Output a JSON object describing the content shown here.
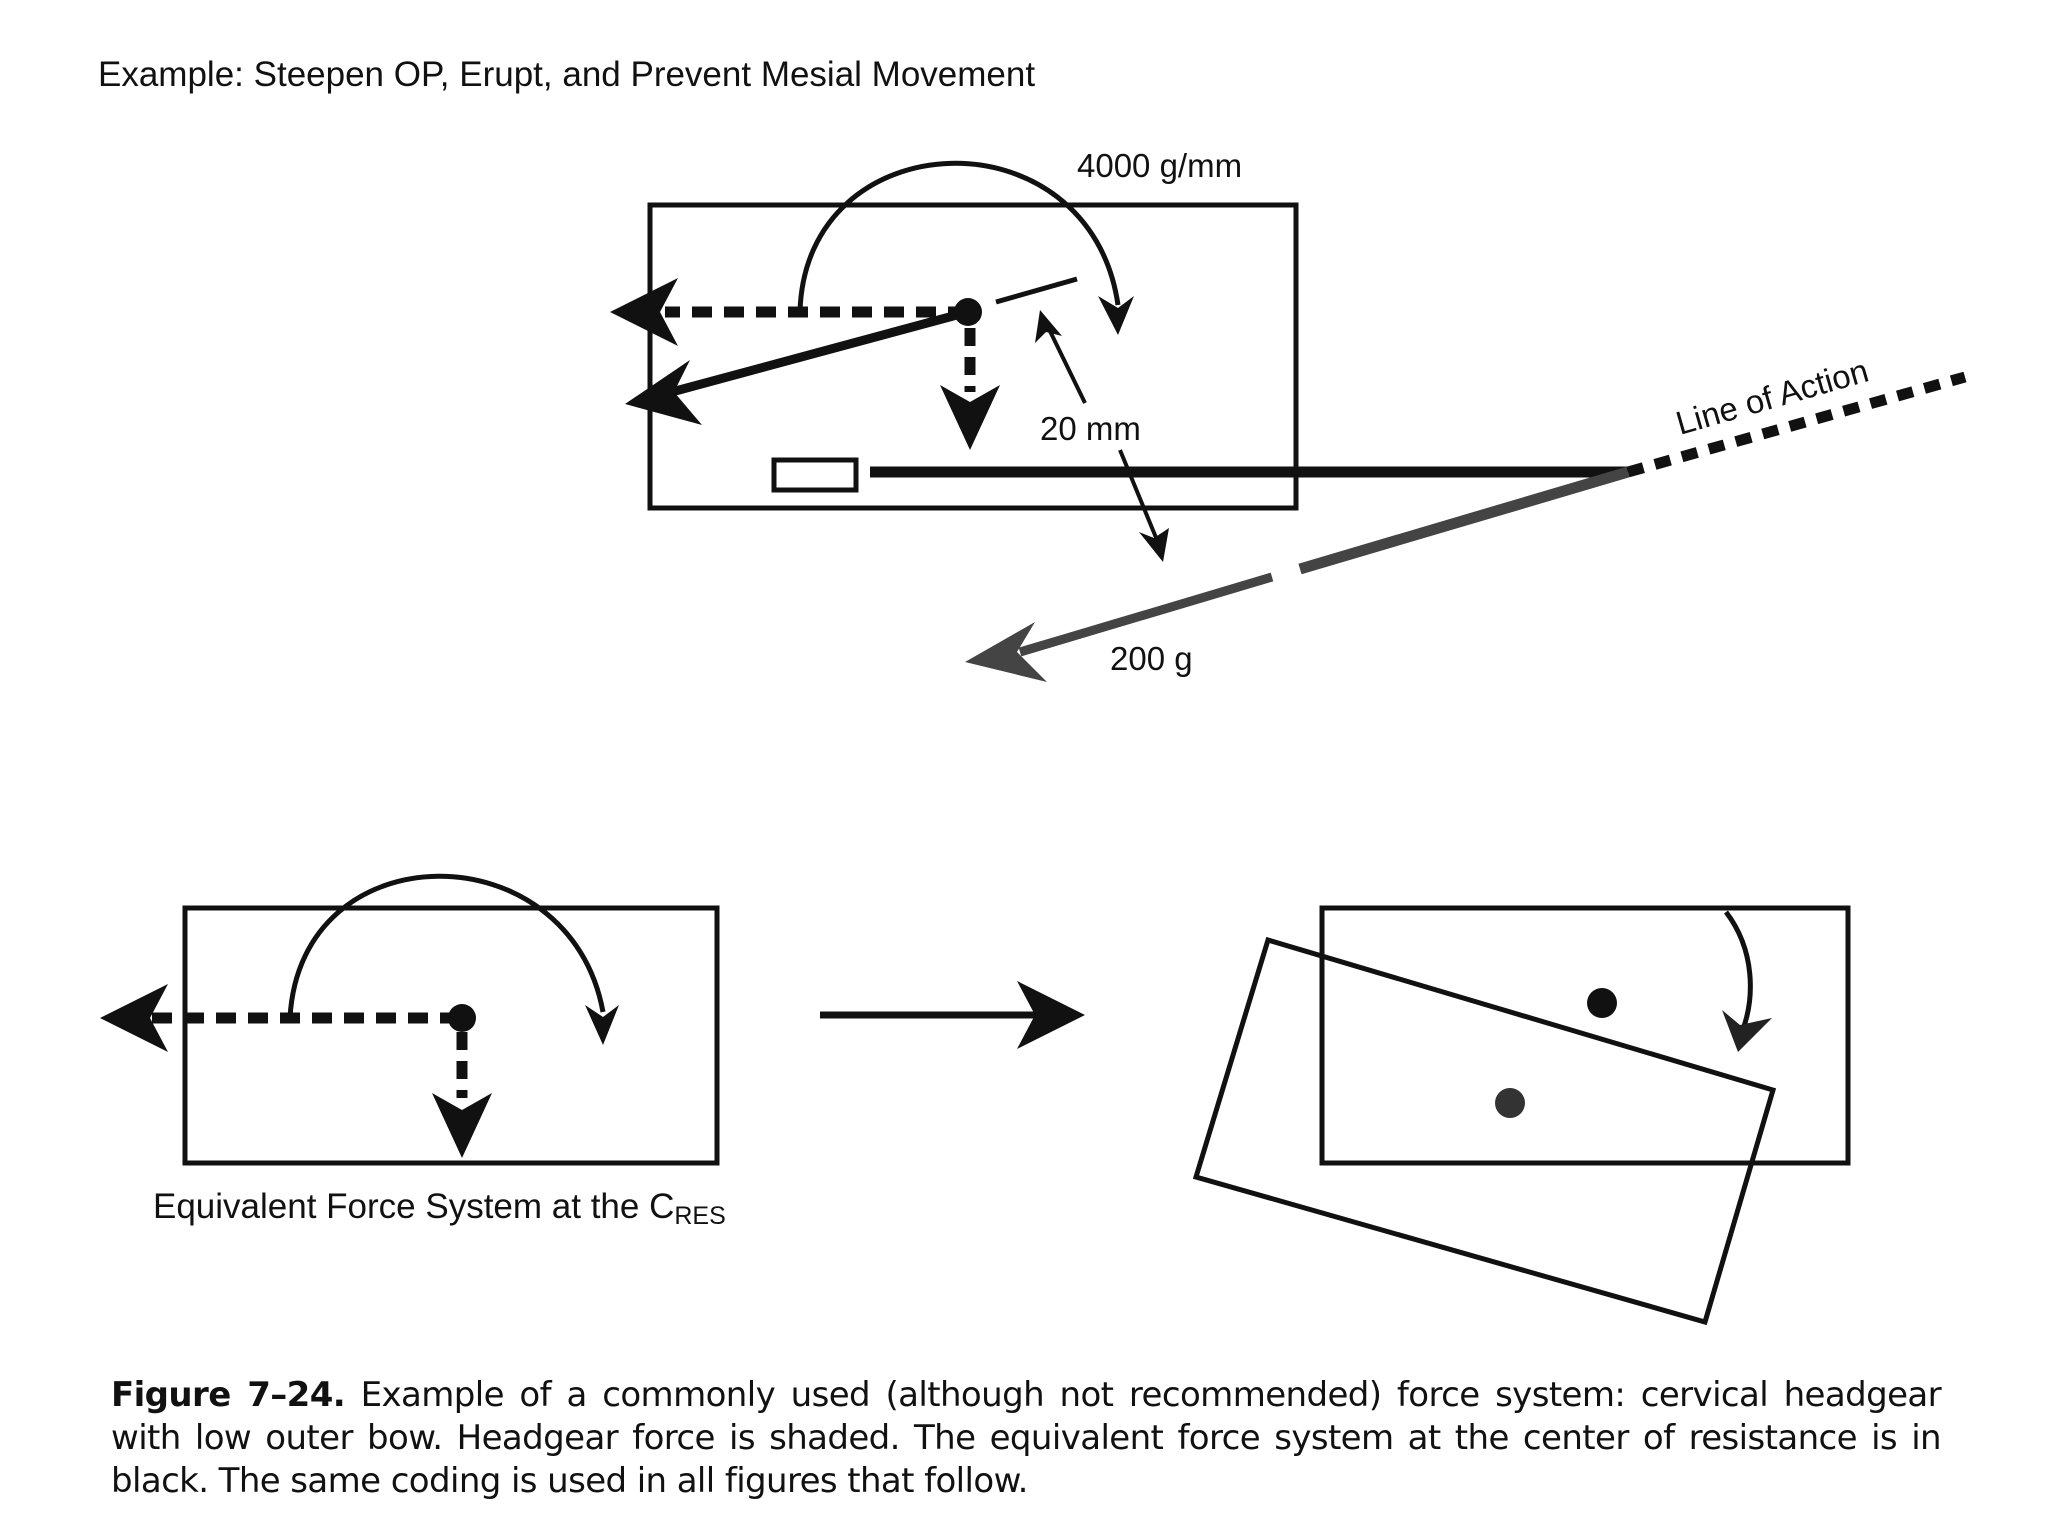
{
  "heading": "Example: Steepen OP, Erupt, and Prevent Mesial Movement",
  "labels": {
    "moment": "4000 g/mm",
    "distance": "20 mm",
    "line_of_action": "Line of Action",
    "force": "200 g",
    "equivalent_main": "Equivalent Force System at the C",
    "equivalent_sub": "RES"
  },
  "caption": {
    "figure_number": "Figure 7–24.",
    "text": "Example of a commonly used (although not recommended) force system: cervical headgear with low outer bow. Headgear force is shaded. The equivalent force system at the center of resistance is in black. The same coding is used in all figures that follow."
  },
  "colors": {
    "ink": "#111111",
    "shaded": "#444444",
    "background": "#ffffff"
  }
}
